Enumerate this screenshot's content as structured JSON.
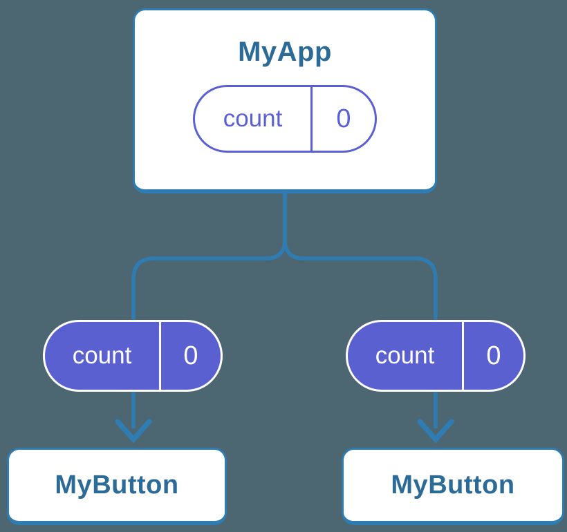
{
  "diagram": {
    "description": "Component tree showing state passed down as props",
    "root": {
      "title": "MyApp",
      "state_pill": {
        "name": "count",
        "value": "0"
      }
    },
    "left_child": {
      "title": "MyButton",
      "prop_pill": {
        "name": "count",
        "value": "0"
      }
    },
    "right_child": {
      "title": "MyButton",
      "prop_pill": {
        "name": "count",
        "value": "0"
      }
    },
    "colors": {
      "background": "#4d6772",
      "connector_blue": "#2e7cb1",
      "title_blue": "#2c6a97",
      "pill_purple_stroke": "#5b5fd6",
      "pill_purple_fill": "#5b60d1",
      "card_white": "#ffffff"
    }
  }
}
